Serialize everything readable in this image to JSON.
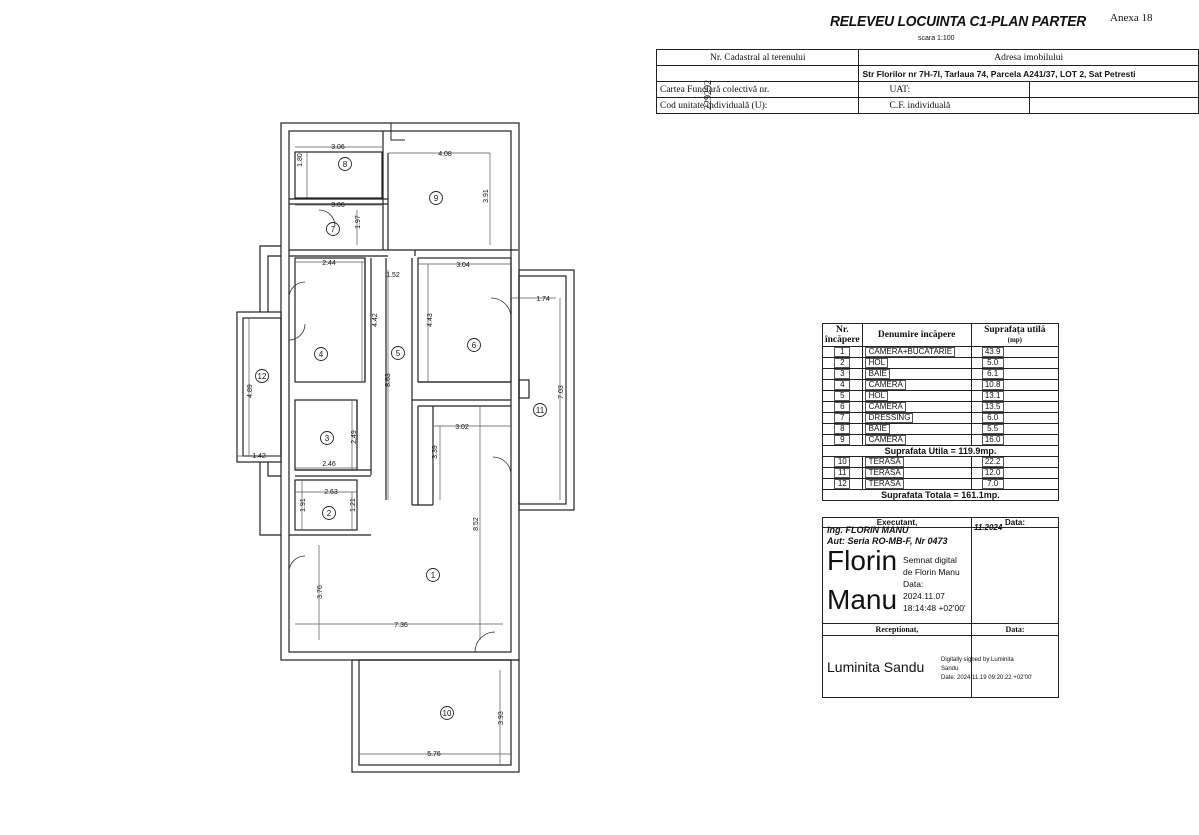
{
  "header": {
    "title": "RELEVEU LOCUINTA C1-PLAN PARTER",
    "scale": "scara 1:100",
    "annex": "Anexa 18"
  },
  "info_table": {
    "cadastral_label": "Nr. Cadastral al terenului",
    "address_label": "Adresa imobilului",
    "cadastral_value": "229292",
    "address_value": "Str Florilor nr 7H-7I, Tarlaua 74, Parcela A241/37, LOT 2,  Sat Petresti",
    "cf_collective_label": "Cartea Funciară colectivă nr.",
    "uat_label": "UAT:",
    "unit_code_label": "Cod unitate individuală (U):",
    "cf_individual_label": "C.F.  individuală"
  },
  "rooms_table": {
    "col_nr": "Nr. încăpere",
    "col_name": "Denumire încăpere",
    "col_area": "Suprafața utilă",
    "col_area_unit": "(mp)",
    "rooms": [
      {
        "nr": "1",
        "name": "CAMERA+BUCATARIE",
        "area": "43.9"
      },
      {
        "nr": "2",
        "name": "HOL",
        "area": "5.0"
      },
      {
        "nr": "3",
        "name": "BAIE",
        "area": "6.1"
      },
      {
        "nr": "4",
        "name": "CAMERA",
        "area": "10.8"
      },
      {
        "nr": "5",
        "name": "HOL",
        "area": "13.1"
      },
      {
        "nr": "6",
        "name": "CAMERA",
        "area": "13.5"
      },
      {
        "nr": "7",
        "name": "DRESSING",
        "area": "6.0"
      },
      {
        "nr": "8",
        "name": "BAIE",
        "area": "5.5"
      },
      {
        "nr": "9",
        "name": "CAMERA",
        "area": "16.0"
      }
    ],
    "useful_total": "Suprafata Utila = 119.9mp.",
    "terraces": [
      {
        "nr": "10",
        "name": "TERASA",
        "area": "22.2"
      },
      {
        "nr": "11",
        "name": "TERASA",
        "area": "12.0"
      },
      {
        "nr": "12",
        "name": "TERASA",
        "area": "7.0"
      }
    ],
    "grand_total": "Suprafata Totala = 161.1mp."
  },
  "executant": {
    "label": "Executant,",
    "date_label": "Data:",
    "name": "ing. FLORIN MANU",
    "authorization": "Aut: Seria RO-MB-F, Nr 0473",
    "date": "11.2024",
    "sig_name_1": "Florin",
    "sig_name_2": "Manu",
    "sig_text_1": "Semnat digital",
    "sig_text_2": "de Florin Manu",
    "sig_text_3": "Data:",
    "sig_text_4": "2024.11.07",
    "sig_text_5": "18:14:48 +02'00'"
  },
  "receptionat": {
    "label": "Receptionat,",
    "date_label": "Data:",
    "sig_name": "Luminita Sandu",
    "sig_text_1": "Digitally signed by Luminita",
    "sig_text_2": "Sandu",
    "sig_text_3": "Date: 2024.11.19 09:20:22 +02'00'"
  },
  "floor_plan": {
    "room_numbers": [
      "1",
      "2",
      "3",
      "4",
      "5",
      "6",
      "7",
      "8",
      "9",
      "10",
      "11",
      "12"
    ],
    "dimensions": [
      "3.06",
      "1.80",
      "4.08",
      "3.91",
      "3.06",
      "1.97",
      "2.44",
      "1.52",
      "3.04",
      "1.74",
      "4.42",
      "4.43",
      "4.89",
      "8.63",
      "7.03",
      "2.49",
      "3.02",
      "3.39",
      "1.42",
      "2.46",
      "2.63",
      "1.91",
      "1.21",
      "8.52",
      "3.76",
      "7.36",
      "3.93",
      "5.76"
    ]
  }
}
